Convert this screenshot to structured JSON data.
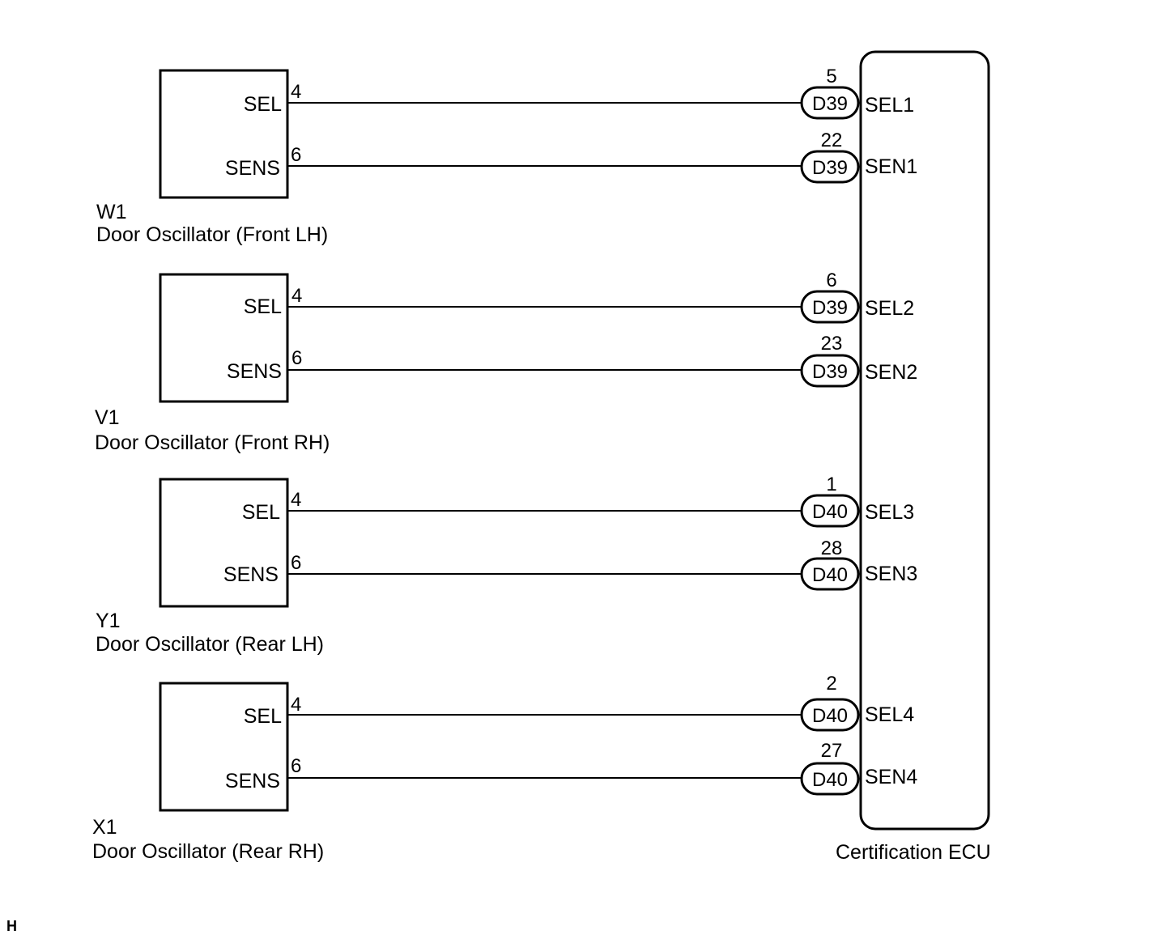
{
  "oscillators": [
    {
      "code": "W1",
      "name": "Door Oscillator (Front LH)",
      "sel_label": "SEL",
      "sens_label": "SENS",
      "sel_pin": "4",
      "sens_pin": "6"
    },
    {
      "code": "V1",
      "name": "Door Oscillator (Front RH)",
      "sel_label": "SEL",
      "sens_label": "SENS",
      "sel_pin": "4",
      "sens_pin": "6"
    },
    {
      "code": "Y1",
      "name": "Door Oscillator (Rear LH)",
      "sel_label": "SEL",
      "sens_label": "SENS",
      "sel_pin": "4",
      "sens_pin": "6"
    },
    {
      "code": "X1",
      "name": "Door Oscillator (Rear RH)",
      "sel_label": "SEL",
      "sens_label": "SENS",
      "sel_pin": "4",
      "sens_pin": "6"
    }
  ],
  "ecu": {
    "name": "Certification ECU",
    "terminals": [
      {
        "pin": "5",
        "connector": "D39",
        "signal": "SEL1"
      },
      {
        "pin": "22",
        "connector": "D39",
        "signal": "SEN1"
      },
      {
        "pin": "6",
        "connector": "D39",
        "signal": "SEL2"
      },
      {
        "pin": "23",
        "connector": "D39",
        "signal": "SEN2"
      },
      {
        "pin": "1",
        "connector": "D40",
        "signal": "SEL3"
      },
      {
        "pin": "28",
        "connector": "D40",
        "signal": "SEN3"
      },
      {
        "pin": "2",
        "connector": "D40",
        "signal": "SEL4"
      },
      {
        "pin": "27",
        "connector": "D40",
        "signal": "SEN4"
      }
    ]
  },
  "corner_mark": "H"
}
